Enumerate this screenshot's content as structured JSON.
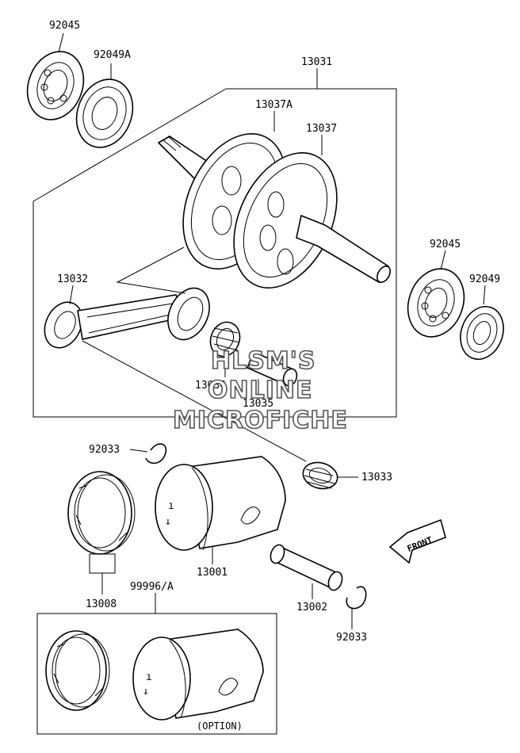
{
  "part_labels": {
    "p92045_top": "92045",
    "p92049A": "92049A",
    "p13031": "13031",
    "p13037A": "13037A",
    "p13037": "13037",
    "p92045_right": "92045",
    "p92049": "92049",
    "p13032": "13032",
    "p13034": "13034",
    "p13035": "13035",
    "p92033_left": "92033",
    "p13033": "13033",
    "p13001": "13001",
    "p13008": "13008",
    "p99996A": "99996/A",
    "p13002": "13002",
    "p92033_bottom": "92033"
  },
  "option_label": "(OPTION)",
  "front_label": "FRONT",
  "watermark": {
    "line1": "HLSM'S",
    "line2": "ONLINE",
    "line3": "MICROFICHE"
  }
}
